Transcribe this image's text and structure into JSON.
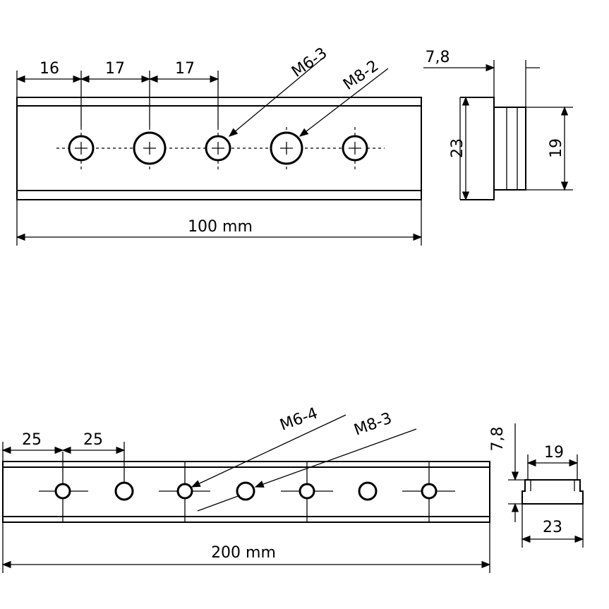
{
  "top_drawing": {
    "dim_16": "16",
    "dim_17a": "17",
    "dim_17b": "17",
    "callout_m6": "M6-3",
    "callout_m8": "M8-2",
    "length": "100 mm"
  },
  "top_profile": {
    "dim_7_8": "7,8",
    "dim_23": "23",
    "dim_19": "19"
  },
  "bottom_drawing": {
    "dim_25a": "25",
    "dim_25b": "25",
    "callout_m6": "M6-4",
    "callout_m8": "M8-3",
    "length": "200 mm"
  },
  "bottom_profile": {
    "dim_7_8": "7,8",
    "dim_19": "19",
    "dim_23": "23"
  }
}
